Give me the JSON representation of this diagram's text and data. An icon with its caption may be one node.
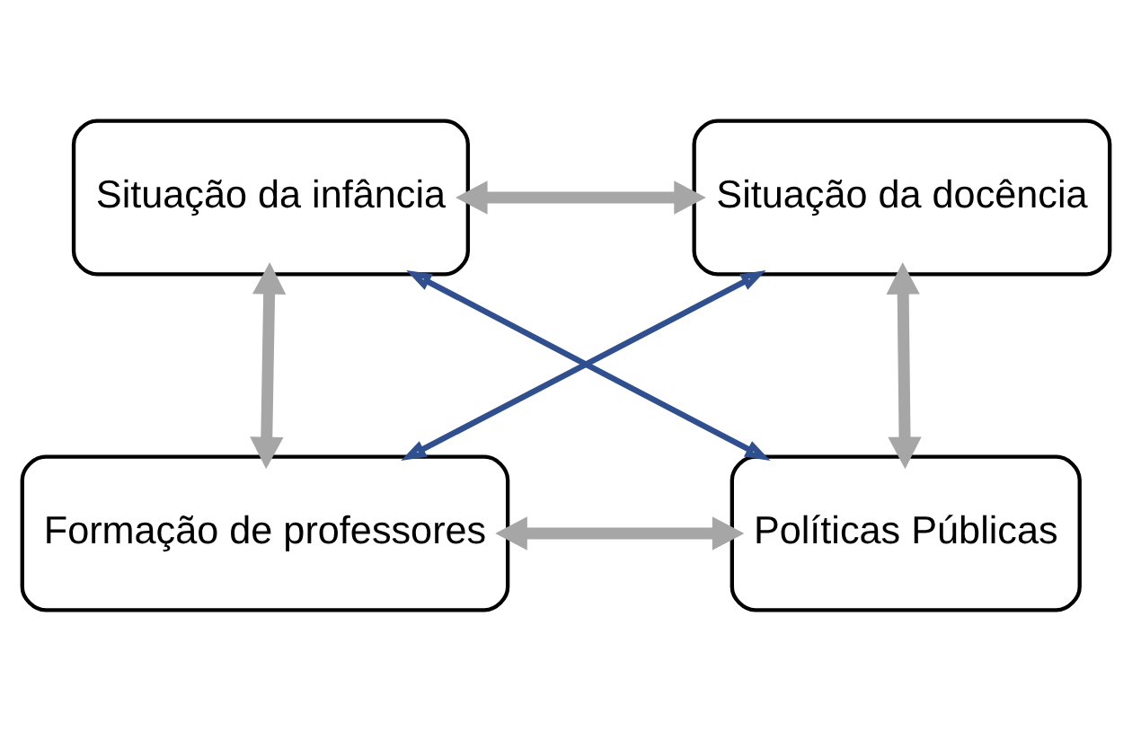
{
  "diagram": {
    "nodes": [
      {
        "text": [
          "Situação da infância"
        ]
      },
      {
        "text": [
          "Situação da docência"
        ]
      },
      {
        "text": [
          "Formação de professores"
        ]
      },
      {
        "text": [
          "Políticas Públicas"
        ]
      }
    ],
    "edges": [
      {
        "from": 0,
        "to": 1,
        "arrow": "both"
      },
      {
        "from": 0,
        "to": 2,
        "arrow": "both"
      },
      {
        "from": 1,
        "to": 3,
        "arrow": "both"
      },
      {
        "from": 0,
        "to": 3,
        "arrow": "both",
        "color": "#2f4f8f"
      },
      {
        "from": 1,
        "to": 2,
        "arrow": "both",
        "color": "#2f4f8f"
      },
      {
        "from": 2,
        "to": 3,
        "arrow": "both"
      }
    ]
  }
}
